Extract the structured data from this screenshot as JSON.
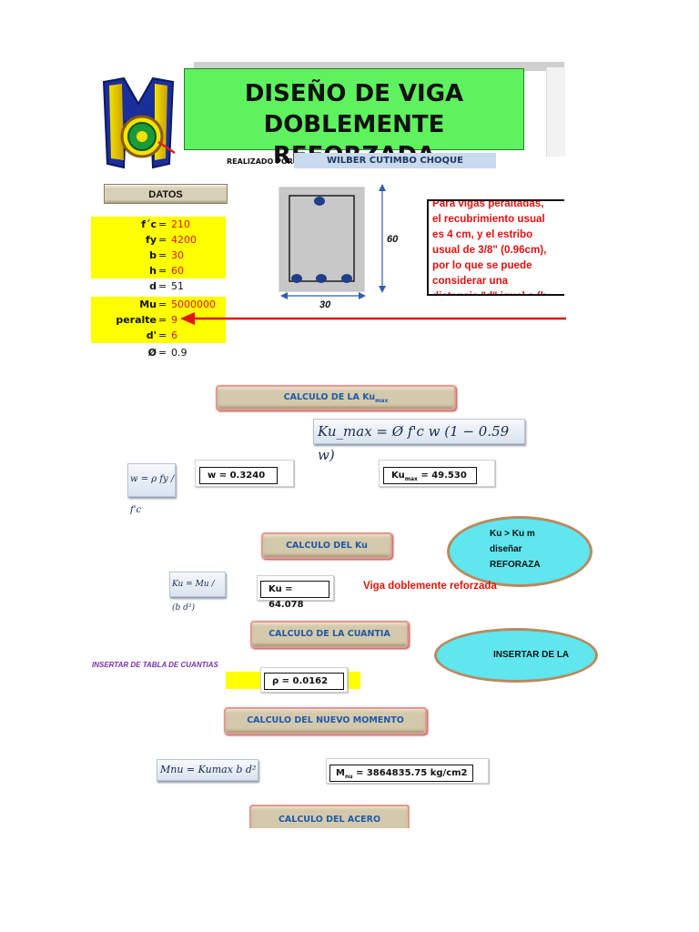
{
  "header": {
    "title_line1": "DISEÑO DE VIGA",
    "title_line2": "DOBLEMENTE REFORZADA",
    "realizado_label": "REALIZADO POR:",
    "author": "WILBER CUTIMBO CHOQUE"
  },
  "datos": {
    "button_label": "DATOS",
    "rows": [
      {
        "label": "f´c",
        "value": "210",
        "highlight": true,
        "value_color": "#e3140a"
      },
      {
        "label": "fy",
        "value": "4200",
        "highlight": true,
        "value_color": "#e3140a"
      },
      {
        "label": "b",
        "value": "30",
        "highlight": true,
        "value_color": "#e3140a"
      },
      {
        "label": "h",
        "value": "60",
        "highlight": true,
        "value_color": "#e3140a"
      },
      {
        "label": "d",
        "value": "51",
        "highlight": false,
        "value_color": "#111111"
      },
      {
        "label": "Mu",
        "value": "5000000",
        "highlight": true,
        "value_color": "#e3140a"
      },
      {
        "label": "peralte",
        "value": "9",
        "highlight": true,
        "value_color": "#e3140a"
      },
      {
        "label": "d'",
        "value": "6",
        "highlight": true,
        "value_color": "#e3140a"
      },
      {
        "label": "Ø",
        "value": "0.9",
        "highlight": false,
        "value_color": "#111111"
      }
    ]
  },
  "section": {
    "height_label": "60",
    "width_label": "30"
  },
  "note": {
    "lines": [
      "Para vigas peraltadas,",
      "el recubrimiento usual",
      "es 4 cm, y el estribo",
      "usual de 3/8\" (0.96cm),",
      "por lo que se puede",
      "considerar una",
      "distancia \"d\" igual a (h-"
    ]
  },
  "ku_max": {
    "button_label": "CALCULO DE LA Ku",
    "button_sub": "max",
    "formula": "Ku_max = Ø f'c w (1 − 0.59 w)",
    "w_formula": "w = ρ fy / f'c",
    "w_result": "w = 0.3240",
    "kumax_label": "Ku",
    "kumax_sub": "max",
    "kumax_value": " = 49.530"
  },
  "ku": {
    "button_label": "CALCULO DEL Ku",
    "formula": "Ku = Mu / (b d²)",
    "result": "Ku = 64.078",
    "message": "Viga doblemente reforzada",
    "cloud_lines": [
      "Ku > Ku m",
      "diseñar",
      "REFORAZA"
    ]
  },
  "cuantia": {
    "button_label": "CALCULO DE LA CUANTIA",
    "insert_label": "INSERTAR DE TABLA DE CUANTIAS",
    "result": "ρ = 0.0162",
    "cloud_text": "INSERTAR DE LA"
  },
  "momento": {
    "button_label": "CALCULO DEL NUEVO MOMENTO",
    "formula": "Mnu = Kumax b d²",
    "result_label": "M",
    "result_sub": "nu",
    "result_value": " = 3864835.75 kg/cm2"
  },
  "acero": {
    "button_label": "CALCULO DEL ACERO"
  },
  "colors": {
    "title_bg": "#5ef25e",
    "highlight": "#ffff00",
    "accent_red": "#e3140a",
    "button_text": "#1f5aa8",
    "cloud": "#5fe6ef"
  }
}
